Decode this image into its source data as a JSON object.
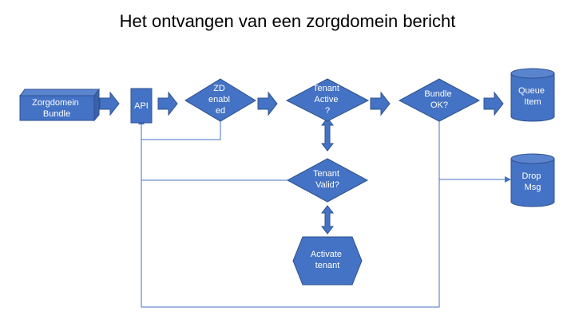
{
  "title": "Het ontvangen van een zorgdomein bericht",
  "colors": {
    "fill": "#4472C4",
    "stroke": "#2F528F",
    "text": "#FFFFFF"
  },
  "nodes": {
    "bundle": {
      "shape": "3d-box",
      "lines": [
        "Zorgdomein",
        "Bundle"
      ]
    },
    "api": {
      "shape": "rectangle",
      "lines": [
        "API"
      ]
    },
    "zd": {
      "shape": "diamond",
      "lines": [
        "ZD",
        "enabl",
        "ed"
      ]
    },
    "active": {
      "shape": "diamond",
      "lines": [
        "Tenant",
        "Active",
        "?"
      ]
    },
    "bundleok": {
      "shape": "diamond",
      "lines": [
        "Bundle",
        "OK?"
      ]
    },
    "queue": {
      "shape": "cylinder",
      "lines": [
        "Queue",
        "Item"
      ]
    },
    "drop": {
      "shape": "cylinder",
      "lines": [
        "Drop",
        "Msg"
      ]
    },
    "valid": {
      "shape": "diamond",
      "lines": [
        "Tenant",
        "Valid?"
      ]
    },
    "activate": {
      "shape": "hexagon",
      "lines": [
        "Activate",
        "tenant"
      ]
    }
  }
}
